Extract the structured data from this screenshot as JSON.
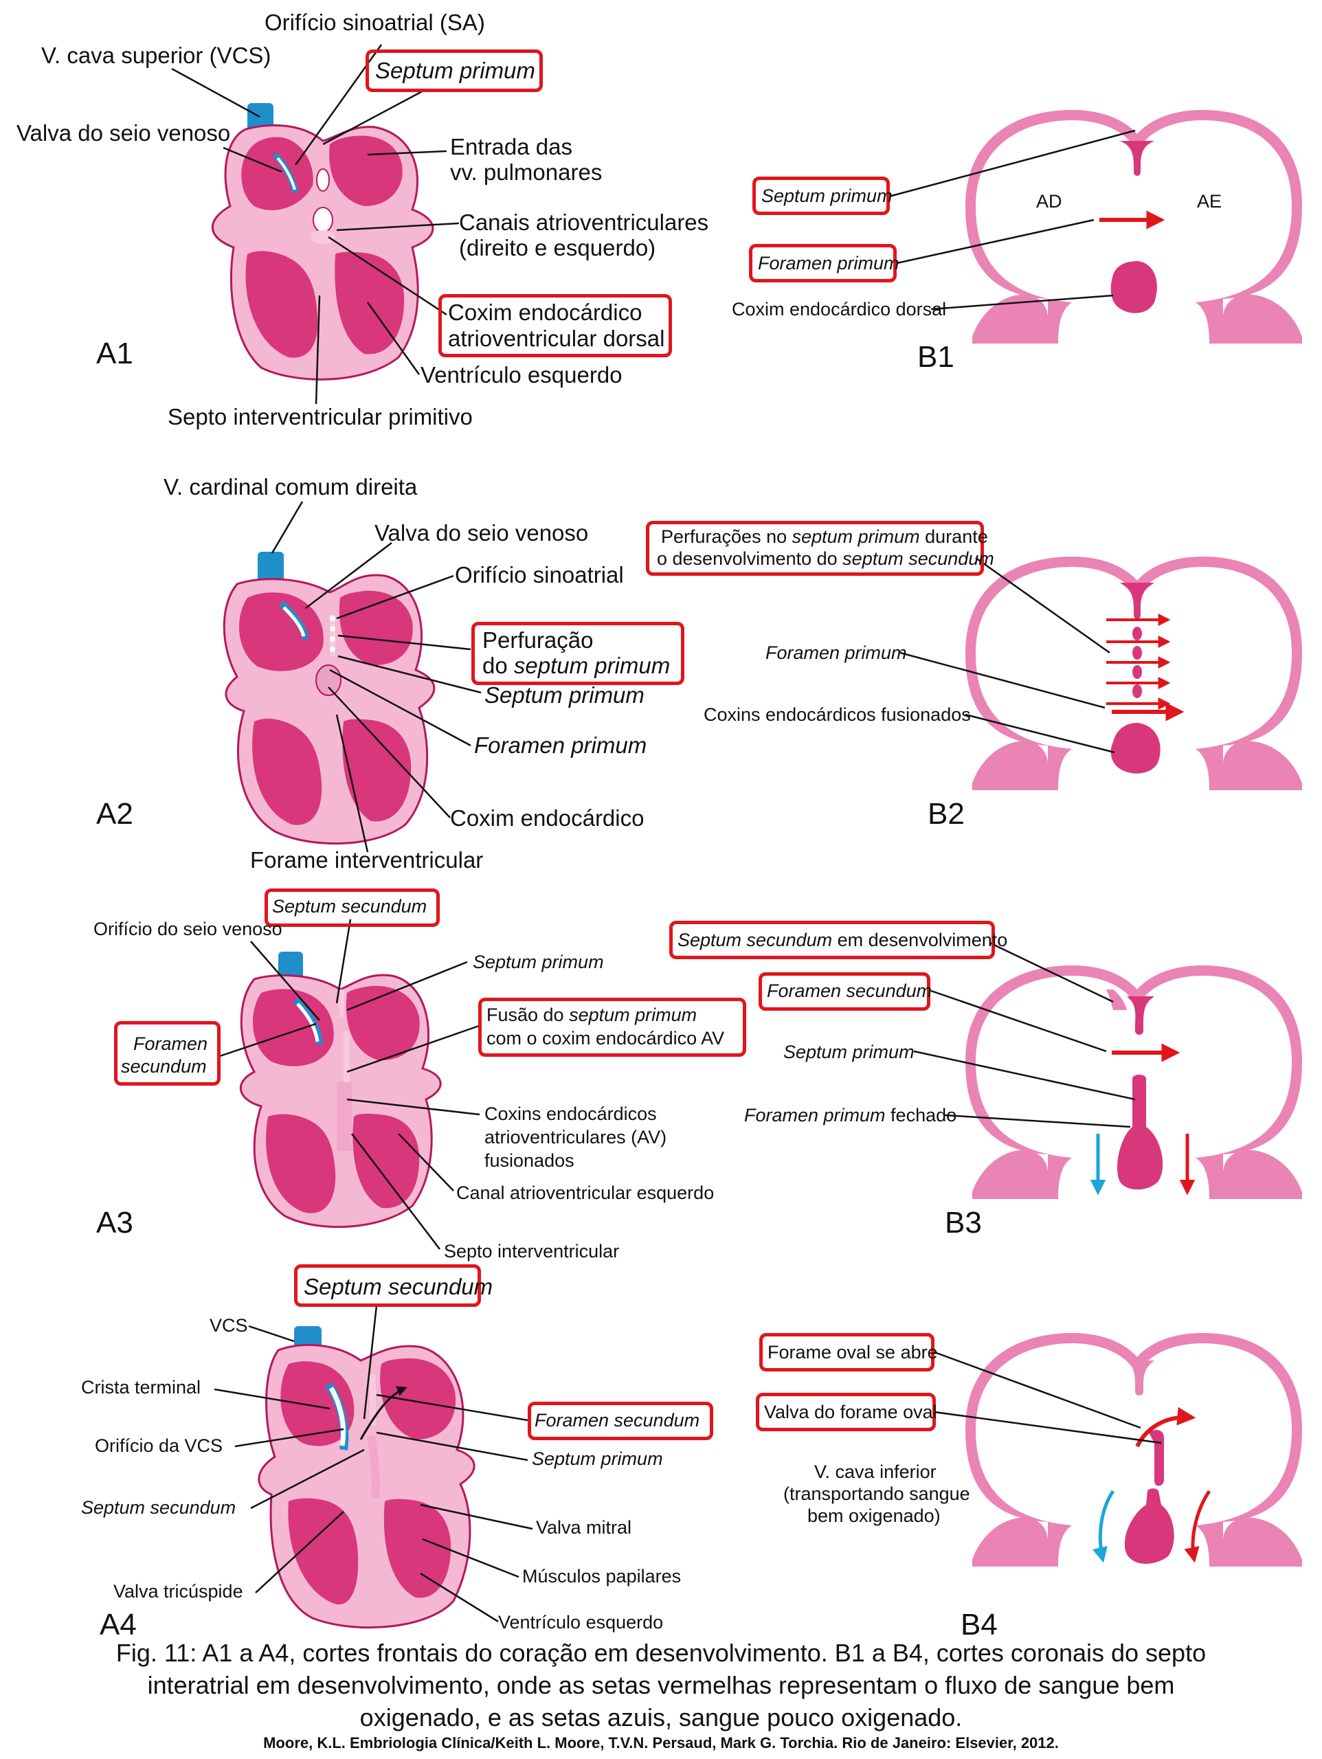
{
  "colors": {
    "wall": "#e984b4",
    "fill": "#d8377c",
    "dark": "#b5185e",
    "box": "#e0161c",
    "arrowRed": "#e0161c",
    "arrowBlue": "#19a7d9",
    "vein": "#1f8fc9"
  },
  "panels": {
    "a1": "A1",
    "b1": "B1",
    "a2": "A2",
    "b2": "B2",
    "a3": "A3",
    "b3": "B3",
    "a4": "A4",
    "b4": "B4"
  },
  "a1": {
    "sa": "Orifício sinoatrial (SA)",
    "vcs": "V. cava superior (VCS)",
    "septum_primum": "Septum primum",
    "valva_seio": "Valva do seio venoso",
    "entrada_l1": "Entrada das",
    "entrada_l2": "vv. pulmonares",
    "canais_l1": "Canais atrioventriculares",
    "canais_l2": "(direito e esquerdo)",
    "coxim_l1": "Coxim endocárdico",
    "coxim_l2": "atrioventricular dorsal",
    "ventriculo": "Ventrículo esquerdo",
    "septo_iv": "Septo interventricular primitivo"
  },
  "b1": {
    "septum_primum": "Septum primum",
    "foramen_primum": "Foramen primum",
    "coxim": "Coxim endocárdico dorsal",
    "ad": "AD",
    "ae": "AE"
  },
  "a2": {
    "cardinal": "V. cardinal comum direita",
    "valva_seio": "Valva do seio venoso",
    "orificio": "Orifício sinoatrial",
    "perf_l1": "Perfuração",
    "perf_l2_a": "do ",
    "perf_l2_b": "septum primum",
    "septum_primum": "Septum primum",
    "foramen_primum": "Foramen primum",
    "coxim": "Coxim endocárdico",
    "forame_iv": "Forame interventricular"
  },
  "b2": {
    "perf_l1_a": "Perfurações no ",
    "perf_l1_b": "septum primum",
    "perf_l1_c": " durante",
    "perf_l2_a": "o desenvolvimento do ",
    "perf_l2_b": "septum secundum",
    "foramen_primum": "Foramen primum",
    "coxins": "Coxins endocárdicos fusionados"
  },
  "a3": {
    "septum_secundum": "Septum secundum",
    "orificio": "Orifício do seio venoso",
    "septum_primum": "Septum primum",
    "fs_l1": "Foramen",
    "fs_l2": "secundum",
    "fusao_l1_a": "Fusão do ",
    "fusao_l1_b": "septum primum",
    "fusao_l2": "com o coxim endocárdico AV",
    "coxins_l1": "Coxins endocárdicos",
    "coxins_l2": "atrioventriculares (AV)",
    "coxins_l3": "fusionados",
    "canal": "Canal atrioventricular esquerdo",
    "septo_iv": "Septo interventricular"
  },
  "b3": {
    "ss_a": "Septum secundum",
    "ss_b": " em desenvolvimento",
    "foramen_secundum": "Foramen secundum",
    "septum_primum": "Septum primum",
    "fp_a": "Foramen primum",
    "fp_b": " fechado"
  },
  "a4": {
    "septum_secundum_top": "Septum secundum",
    "vcs": "VCS",
    "crista": "Crista terminal",
    "foramen_secundum": "Foramen secundum",
    "orificio_vcs": "Orifício da VCS",
    "septum_primum": "Septum primum",
    "septum_secundum_left": "Septum secundum",
    "valva_mitral": "Valva mitral",
    "musculos": "Músculos papilares",
    "valva_tricuspide": "Valva tricúspide",
    "ventriculo": "Ventrículo esquerdo"
  },
  "b4": {
    "forame_oval": "Forame oval se abre",
    "valva_forame": "Valva do forame oval",
    "vci_l1": "V. cava inferior",
    "vci_l2": "(transportando sangue",
    "vci_l3": "bem oxigenado)"
  },
  "caption": {
    "line1": "Fig. 11: A1 a A4, cortes frontais do coração em desenvolvimento. B1 a B4, cortes coronais do septo",
    "line2": "interatrial em desenvolvimento, onde as setas vermelhas representam o fluxo de sangue bem",
    "line3": "oxigenado, e as  setas azuis, sangue pouco oxigenado.",
    "source": "Moore, K.L. Embriologia Clínica/Keith L. Moore, T.V.N. Persaud, Mark G. Torchia. Rio de Janeiro: Elsevier, 2012."
  }
}
